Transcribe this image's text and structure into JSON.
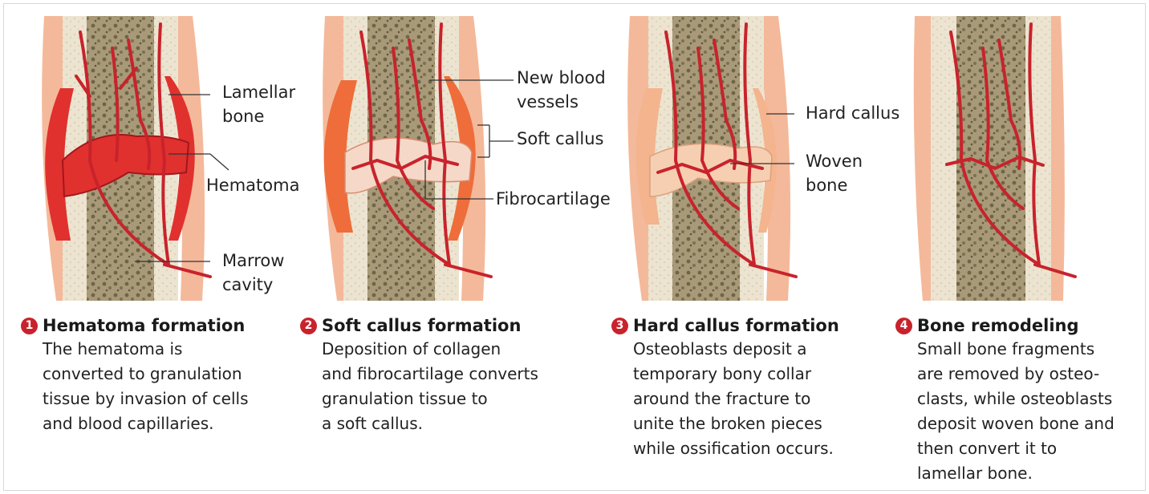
{
  "labels": {
    "p1": {
      "lamellar_bone": "Lamellar\nbone",
      "hematoma": "Hematoma",
      "marrow_cavity": "Marrow\ncavity"
    },
    "p2": {
      "new_blood_vessels": "New blood\nvessels",
      "soft_callus": "Soft callus",
      "fibrocartilage": "Fibrocartilage"
    },
    "p3": {
      "hard_callus": "Hard callus",
      "woven_bone": "Woven\nbone"
    }
  },
  "steps": [
    {
      "number": "1",
      "title": "Hematoma formation",
      "text": "The hematoma is\nconverted to granulation\ntissue by  invasion of cells\nand blood capillaries."
    },
    {
      "number": "2",
      "title": "Soft callus formation",
      "text": "Deposition of collagen\nand fibrocartilage converts\ngranulation tissue to\na soft callus."
    },
    {
      "number": "3",
      "title": "Hard callus formation",
      "text": "Osteoblasts deposit a\ntemporary bony collar\naround the fracture to\nunite the broken pieces\nwhile ossification occurs."
    },
    {
      "number": "4",
      "title": "Bone remodeling",
      "text": "Small bone fragments\nare removed by osteo-\nclasts, while osteoblasts\ndeposit woven bone and\nthen convert it to\nlamellar bone."
    }
  ],
  "colors": {
    "periosteum": "#f4b99a",
    "cortex": "#ece4d0",
    "marrow": "#a89a78",
    "vessel": "#c8232c",
    "hematoma": "#e0312f",
    "soft_callus": "#ee6d3b",
    "hard_callus": "#f3b48e",
    "step_badge": "#c8232c"
  }
}
